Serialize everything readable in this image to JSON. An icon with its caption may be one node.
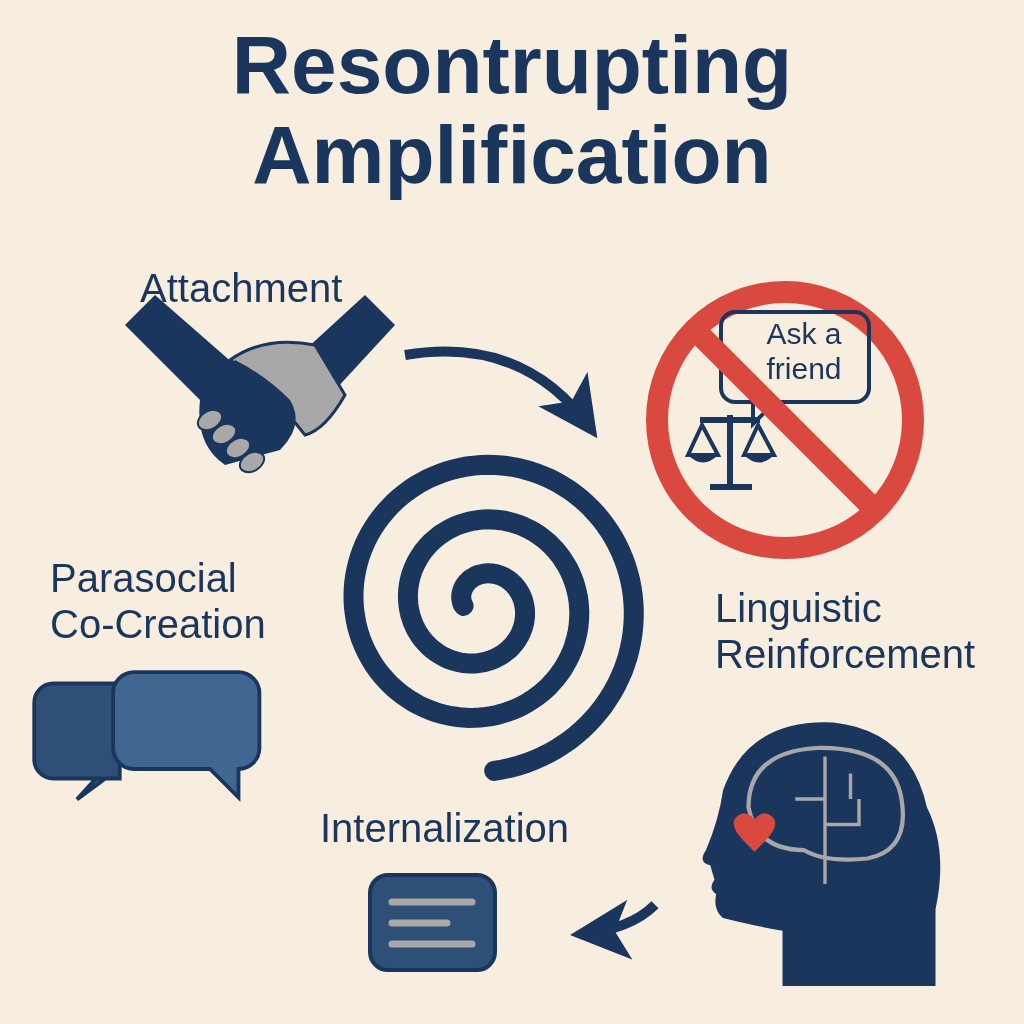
{
  "diagram": {
    "title": "Resontrupting Amplification",
    "nodes": [
      {
        "text": [
          "Attachment"
        ]
      },
      {
        "text": [
          "Ask a friend"
        ]
      },
      {
        "text": [
          "Parasocial Co-Creation"
        ]
      },
      {
        "text": [
          "Linguistic Reinforcement"
        ]
      },
      {
        "text": [
          "Internalization"
        ]
      },
      {
        "text": [],
        "shape": "spiral"
      }
    ],
    "edges": [
      {
        "from": 0,
        "to": 5,
        "arrow": "to"
      },
      {
        "from": 3,
        "to": 4,
        "arrow": "to"
      }
    ]
  }
}
